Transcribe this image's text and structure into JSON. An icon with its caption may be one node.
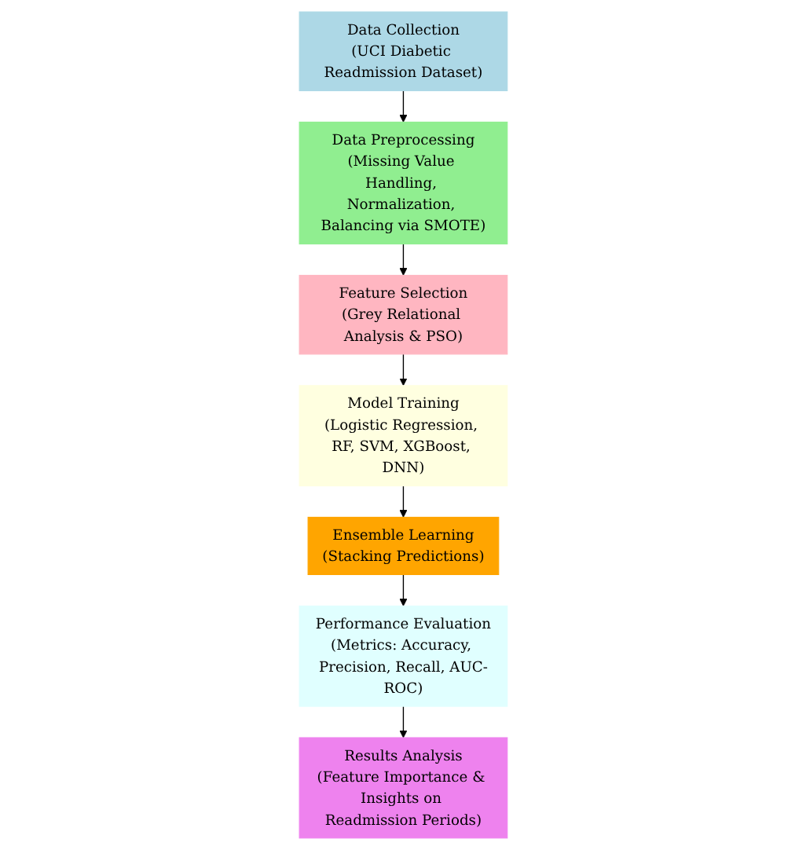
{
  "diagram": {
    "nodes": [
      {
        "text": [
          "Data Collection",
          "(UCI Diabetic Readmission Dataset)"
        ]
      },
      {
        "text": [
          "Data Preprocessing",
          "(Missing Value Handling, Normalization, Balancing via SMOTE)"
        ]
      },
      {
        "text": [
          "Feature Selection",
          "(Grey Relational Analysis & PSO)"
        ]
      },
      {
        "text": [
          "Model Training",
          "(Logistic Regression, RF, SVM, XGBoost, DNN)"
        ]
      },
      {
        "text": [
          "Ensemble Learning",
          "(Stacking Predictions)"
        ]
      },
      {
        "text": [
          "Performance Evaluation",
          "(Metrics: Accuracy, Precision, Recall, AUC-ROC)"
        ]
      },
      {
        "text": [
          "Results Analysis",
          "(Feature Importance & Insights on Readmission Periods)"
        ]
      }
    ],
    "edges": [
      {
        "from": 0,
        "to": 1,
        "arrow": "to"
      },
      {
        "from": 1,
        "to": 2,
        "arrow": "to"
      },
      {
        "from": 2,
        "to": 3,
        "arrow": "to"
      },
      {
        "from": 3,
        "to": 4,
        "arrow": "to"
      },
      {
        "from": 4,
        "to": 5,
        "arrow": "to"
      },
      {
        "from": 5,
        "to": 6,
        "arrow": "to"
      }
    ]
  }
}
